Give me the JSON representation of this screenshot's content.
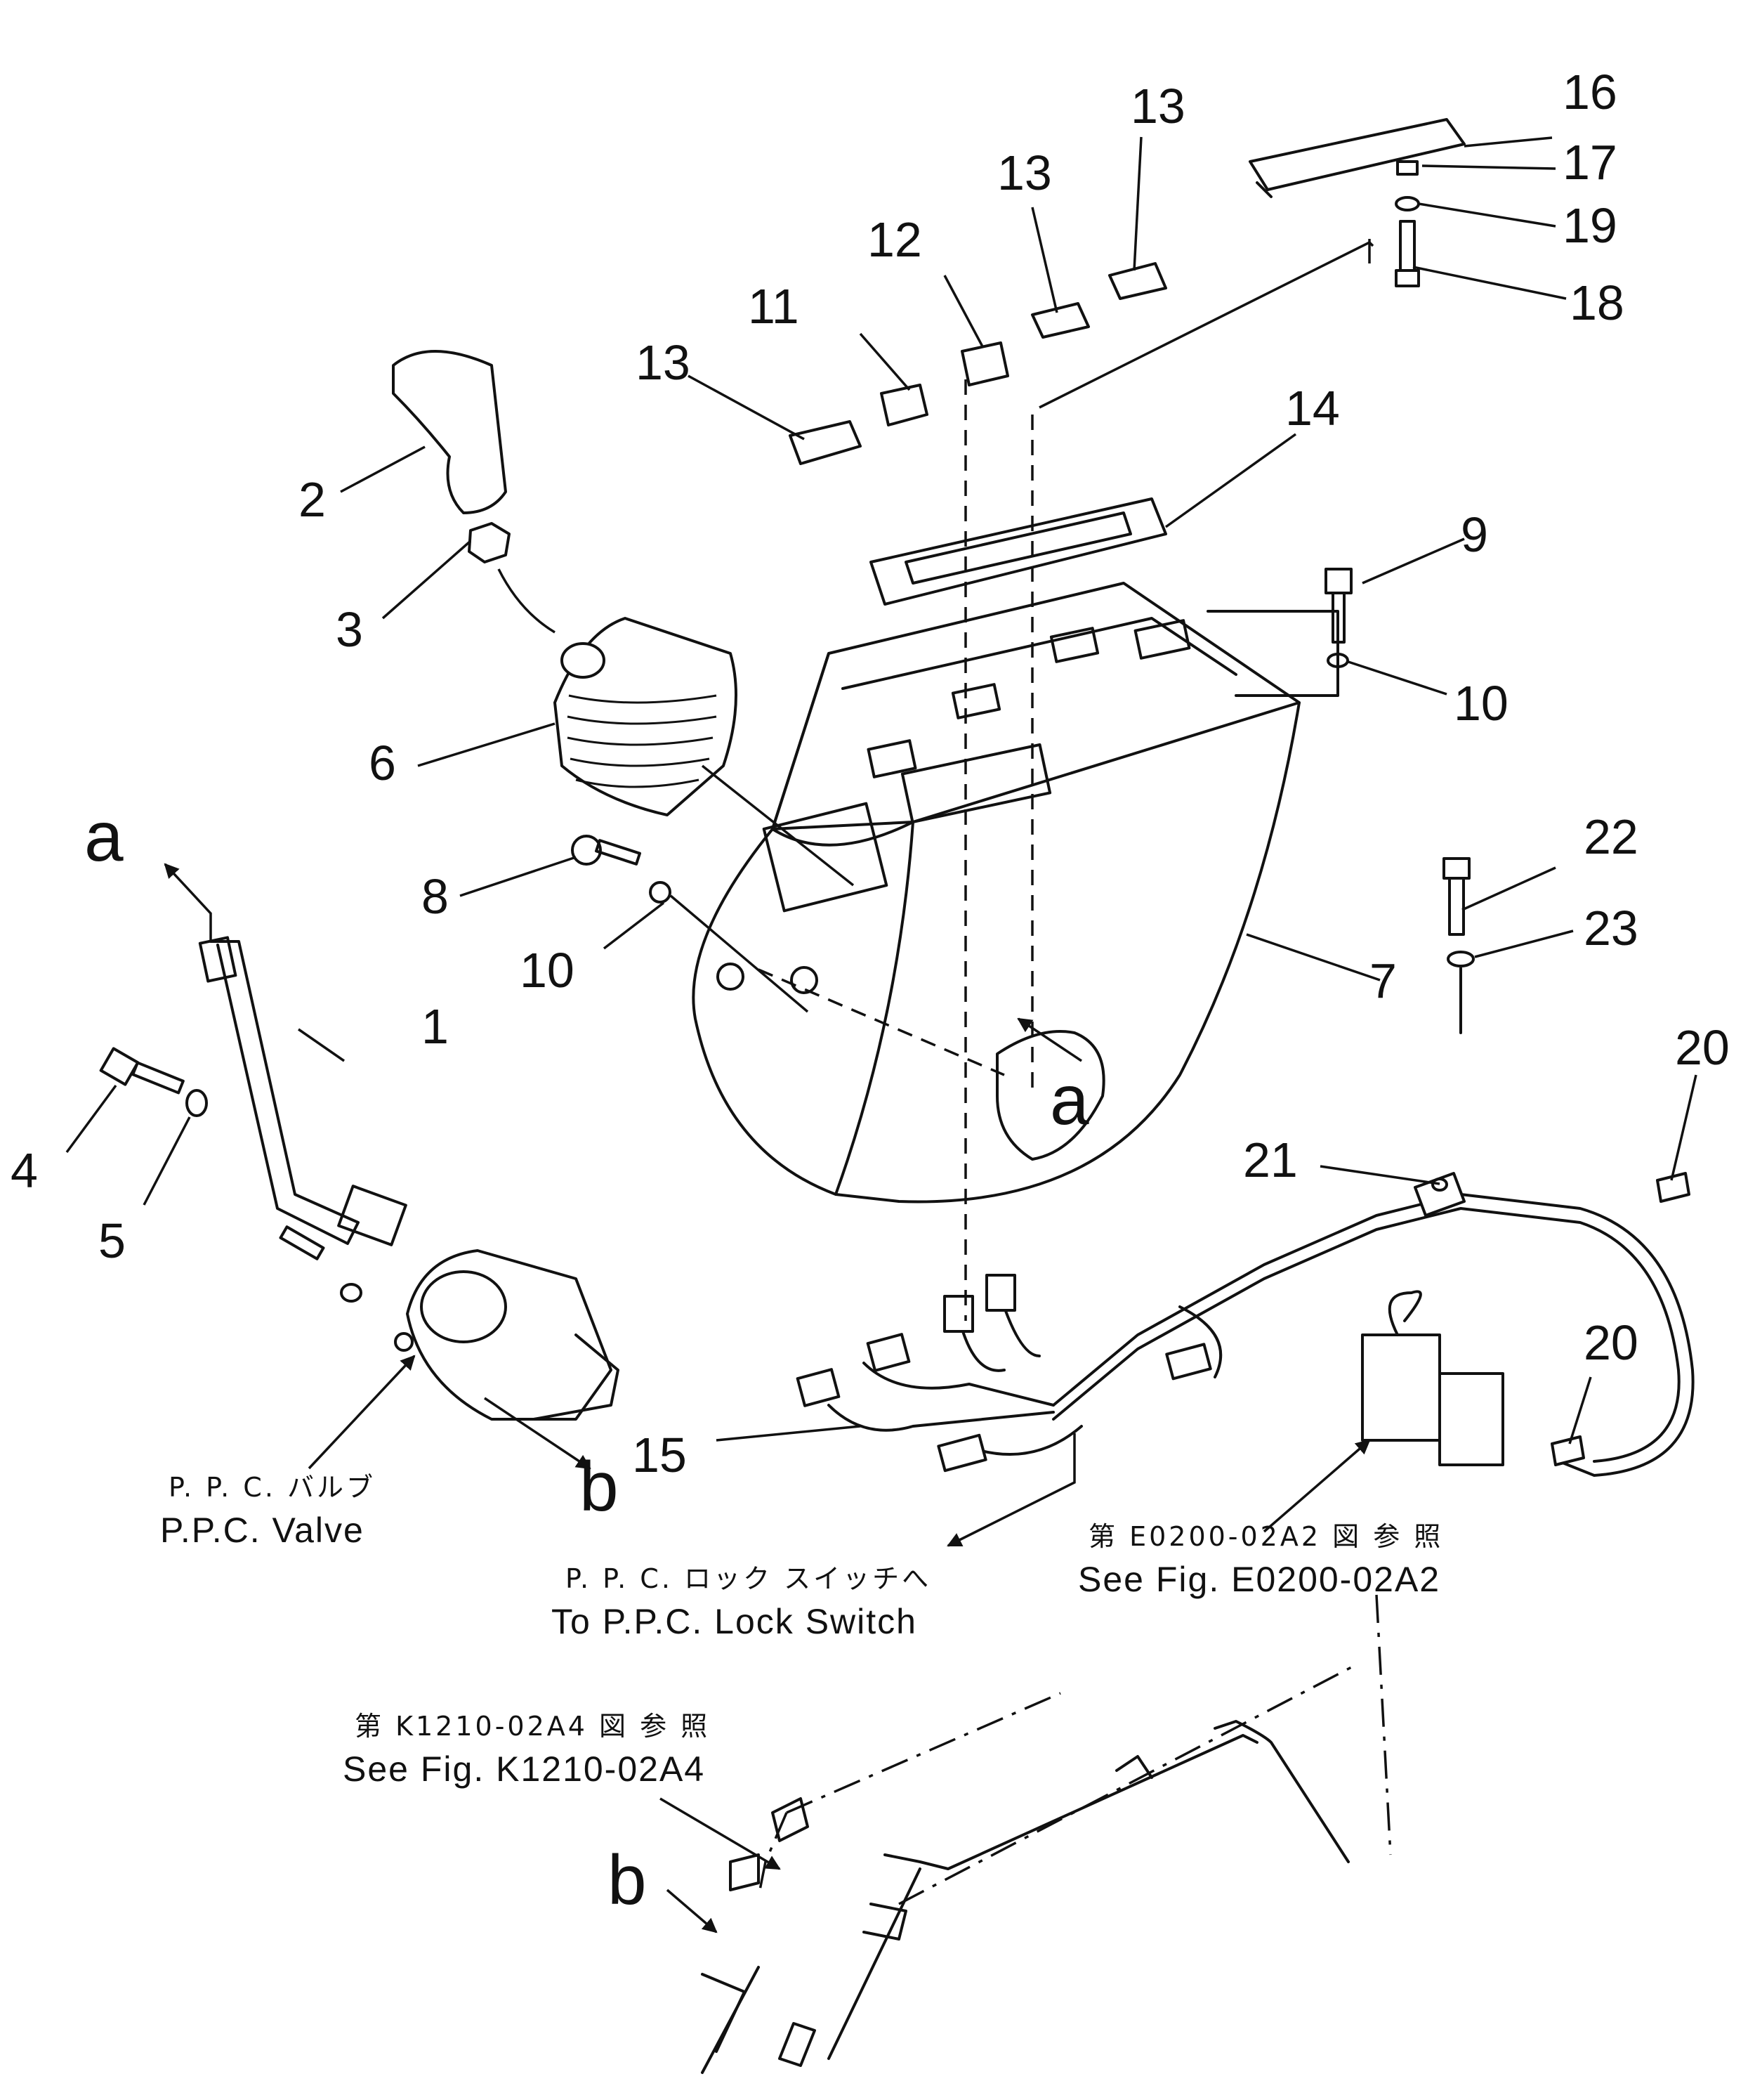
{
  "callouts": {
    "c1": "1",
    "c2": "2",
    "c3": "3",
    "c4": "4",
    "c5": "5",
    "c6": "6",
    "c7": "7",
    "c8": "8",
    "c9": "9",
    "c10a": "10",
    "c10b": "10",
    "c11": "11",
    "c12": "12",
    "c13a": "13",
    "c13b": "13",
    "c13c": "13",
    "c14": "14",
    "c15": "15",
    "c16": "16",
    "c17": "17",
    "c18": "18",
    "c19": "19",
    "c20a": "20",
    "c20b": "20",
    "c21": "21",
    "c22": "22",
    "c23": "23"
  },
  "letters": {
    "a_top": "a",
    "a_console": "a",
    "b_valve": "b",
    "b_bottom": "b"
  },
  "notes": {
    "ppc_valve_jp": "P. P. C. バルブ",
    "ppc_valve_en": "P.P.C. Valve",
    "lock_switch_jp": "P. P. C. ロック スイッチへ",
    "lock_switch_en": "To P.P.C. Lock Switch",
    "fig_e_jp": "第 E0200-02A2 図 参 照",
    "fig_e_en": "See Fig. E0200-02A2",
    "fig_k_jp": "第 K1210-02A4 図 参 照",
    "fig_k_en": "See Fig. K1210-02A4"
  }
}
